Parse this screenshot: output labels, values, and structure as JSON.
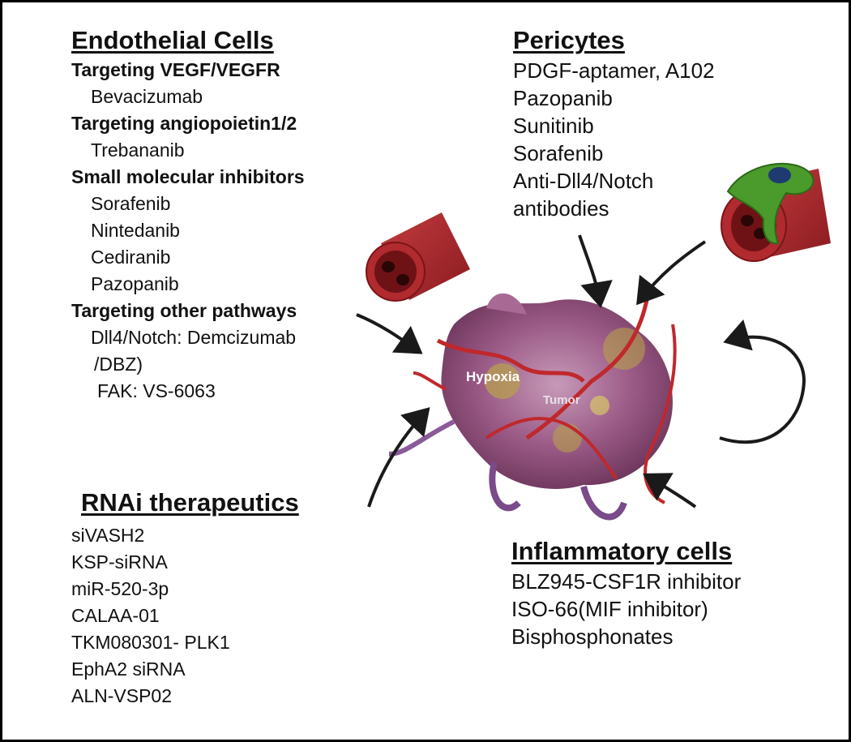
{
  "endothelial": {
    "title": "Endothelial Cells",
    "vegf_heading": "Targeting VEGF/VEGFR",
    "vegf_items": [
      "Bevacizumab"
    ],
    "ang_heading": "Targeting angiopoietin1/2",
    "ang_items": [
      "Trebananib"
    ],
    "small_heading": "Small molecular inhibitors",
    "small_items": [
      "Sorafenib",
      "Nintedanib",
      "Cediranib",
      "Pazopanib"
    ],
    "other_heading": "Targeting other pathways",
    "other_line1": "Dll4/Notch: Demcizumab",
    "other_line2": "/DBZ)",
    "other_line3": "FAK: VS-6063"
  },
  "pericytes": {
    "title": "Pericytes",
    "items": [
      "PDGF-aptamer, A102",
      "Pazopanib",
      "Sunitinib",
      "Sorafenib",
      "Anti-Dll4/Notch",
      "antibodies"
    ]
  },
  "rnai": {
    "title": "RNAi therapeutics",
    "items": [
      "siVASH2",
      "KSP-siRNA",
      "miR-520-3p",
      "CALAA-01",
      "TKM080301- PLK1",
      "EphA2 siRNA",
      "ALN-VSP02"
    ]
  },
  "inflammatory": {
    "title": "Inflammatory cells",
    "items": [
      "BLZ945-CSF1R inhibitor",
      "ISO-66(MIF inhibitor)",
      "Bisphosphonates"
    ]
  },
  "tumor": {
    "hypoxia_label": "Hypoxia",
    "tumor_label": "Tumor"
  },
  "colors": {
    "vessel": "#a8282c",
    "vessel_dark": "#6e1216",
    "tumor_body": "#9a5a86",
    "tumor_highlight": "#c79ab8",
    "tumor_yellow": "#b8a24a",
    "pericyte_green": "#4a9a2c",
    "arrow": "#1a1a1a"
  }
}
